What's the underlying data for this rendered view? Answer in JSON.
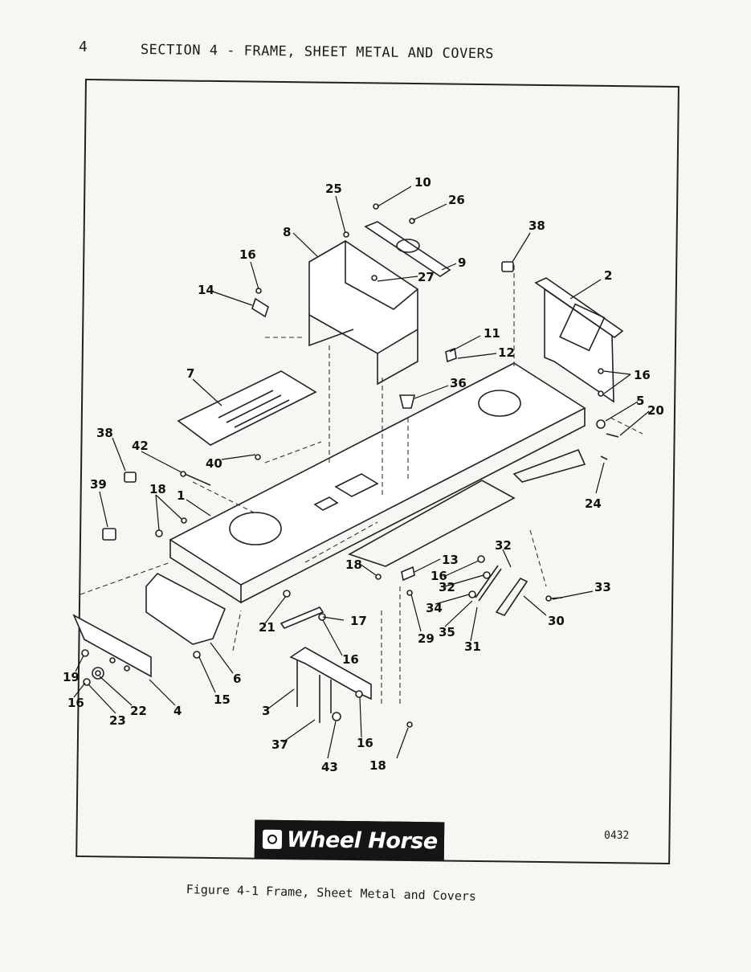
{
  "page": {
    "number": "4",
    "section_title": "SECTION 4 - FRAME, SHEET METAL AND COVERS"
  },
  "figure": {
    "caption": "Figure 4-1  Frame, Sheet Metal and Covers",
    "drawing_number": "0432",
    "logo_text": "Wheel Horse",
    "callouts": [
      "10",
      "25",
      "26",
      "38",
      "8",
      "9",
      "16",
      "27",
      "2",
      "14",
      "11",
      "12",
      "7",
      "16",
      "36",
      "5",
      "20",
      "38",
      "42",
      "40",
      "39",
      "18",
      "1",
      "24",
      "32",
      "33",
      "18",
      "13",
      "16",
      "32",
      "34",
      "35",
      "30",
      "21",
      "17",
      "29",
      "31",
      "16",
      "19",
      "16",
      "22",
      "23",
      "4",
      "15",
      "6",
      "3",
      "16",
      "37",
      "43",
      "18"
    ]
  },
  "colors": {
    "ink": "#1a1a1a",
    "paper": "#f7f6f2",
    "logo_bg": "#151515"
  }
}
